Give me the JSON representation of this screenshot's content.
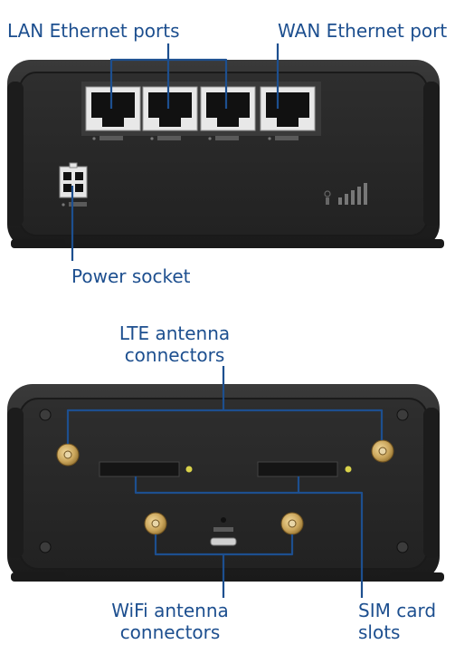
{
  "labels": {
    "lan_ports": "LAN Ethernet ports",
    "wan_port": "WAN Ethernet port",
    "power_socket": "Power socket",
    "lte_antenna_line1": "LTE antenna",
    "lte_antenna_line2": "connectors",
    "wifi_antenna_line1": "WiFi antenna",
    "wifi_antenna_line2": "connectors",
    "sim_line1": "SIM card",
    "sim_line2": "slots"
  },
  "colors": {
    "callout": "#1d4f8f",
    "device_body": "#2b2b2b",
    "connector_gold": "#c9a45a"
  }
}
